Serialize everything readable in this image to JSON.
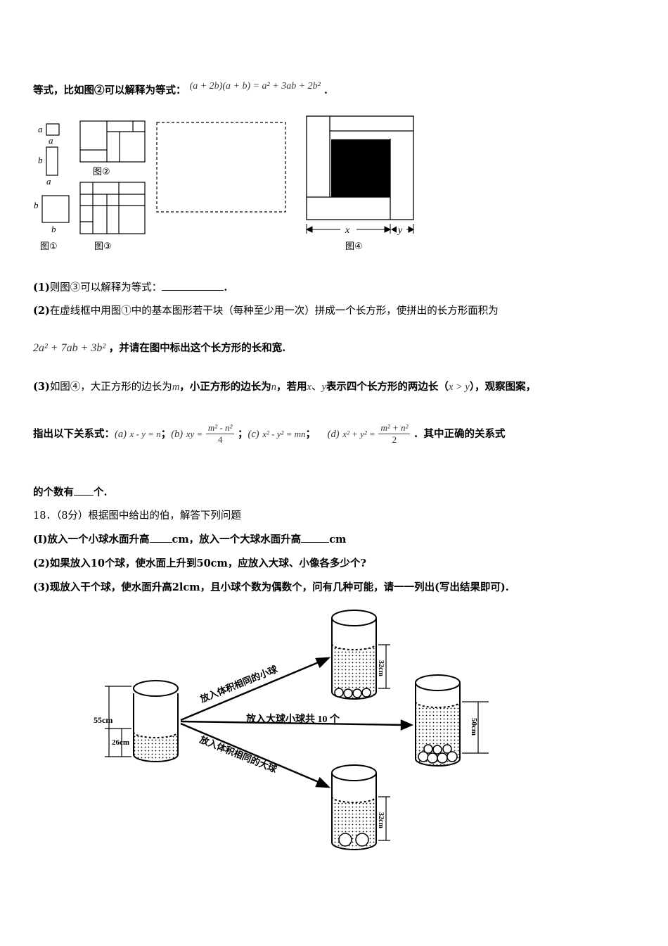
{
  "intro": {
    "text": "等式，比如图②可以解释为等式：",
    "formula": "(a + 2b)(a + b) = a² + 3ab + 2b²",
    "end": "."
  },
  "figure_top": {
    "labels": {
      "a": "a",
      "b": "b",
      "x": "x",
      "y": "y"
    },
    "captions": [
      "图①",
      "图②",
      "图③",
      "图④"
    ]
  },
  "q1": {
    "num": "(1)",
    "text": "则图③可以解释为等式：",
    "end": "."
  },
  "q2": {
    "num": "(2)",
    "text": "在虚线框中用图①中的基本图形若干块（每种至少用一次）拼成一个长方形，使拼出的长方形面积为",
    "formula": "2a² + 7ab + 3b²",
    "tail": "，并请在图中标出这个长方形的长和宽."
  },
  "q3": {
    "num": "(3)",
    "t1": "如图④，大正方形的边长为",
    "m": "m",
    "t2": "，小正方形的边长为",
    "n": "n",
    "t3": "，若用",
    "x": "x",
    "sep": "、",
    "y": "y",
    "t4": "表示四个长方形的两边长（",
    "cond": "x > y",
    "t5": "），观察图案，",
    "line2_lead": "指出以下关系式：",
    "ra": "(a)",
    "ra_expr": "x - y = n",
    "semi": "；",
    "rb": "(b)",
    "rb_lhs": "xy =",
    "rb_num": "m² - n²",
    "rb_den": "4",
    "rc": "(c)",
    "rc_expr": "x² - y² = mn",
    "rd": "(d)",
    "rd_lhs": "x² + y² =",
    "rd_num": "m² + n²",
    "rd_den": "2",
    "line2_tail": "．其中正确的关系式",
    "line3_lead": "的个数有",
    "line3_tail": "个."
  },
  "q18": {
    "head": "18．（8分）根据图中给出的伯，解答下列问题",
    "p1a": "(I)放入一个小球水面升高",
    "p1b": "cm，放入一个大球水面升高",
    "p1c": "cm",
    "p2": "(2)如果放入10个球，使水面上升到50cm，应放入大球、小像各多少个?",
    "p3": "(3)现放入干个球，使水面升高2lcm，且小球个数为偶数个，问有几种可能，请一一列出(写出结果即可)."
  },
  "figure_bottom": {
    "arrow_top": "放入体积相同的小球",
    "arrow_mid": "放入大球小球共 10 个",
    "arrow_bot": "放入体积相同的大球",
    "h_total": "55cm",
    "h_water": "26cm",
    "h_small": "32cm",
    "h_mix": "50cm",
    "h_big": "32cm"
  }
}
